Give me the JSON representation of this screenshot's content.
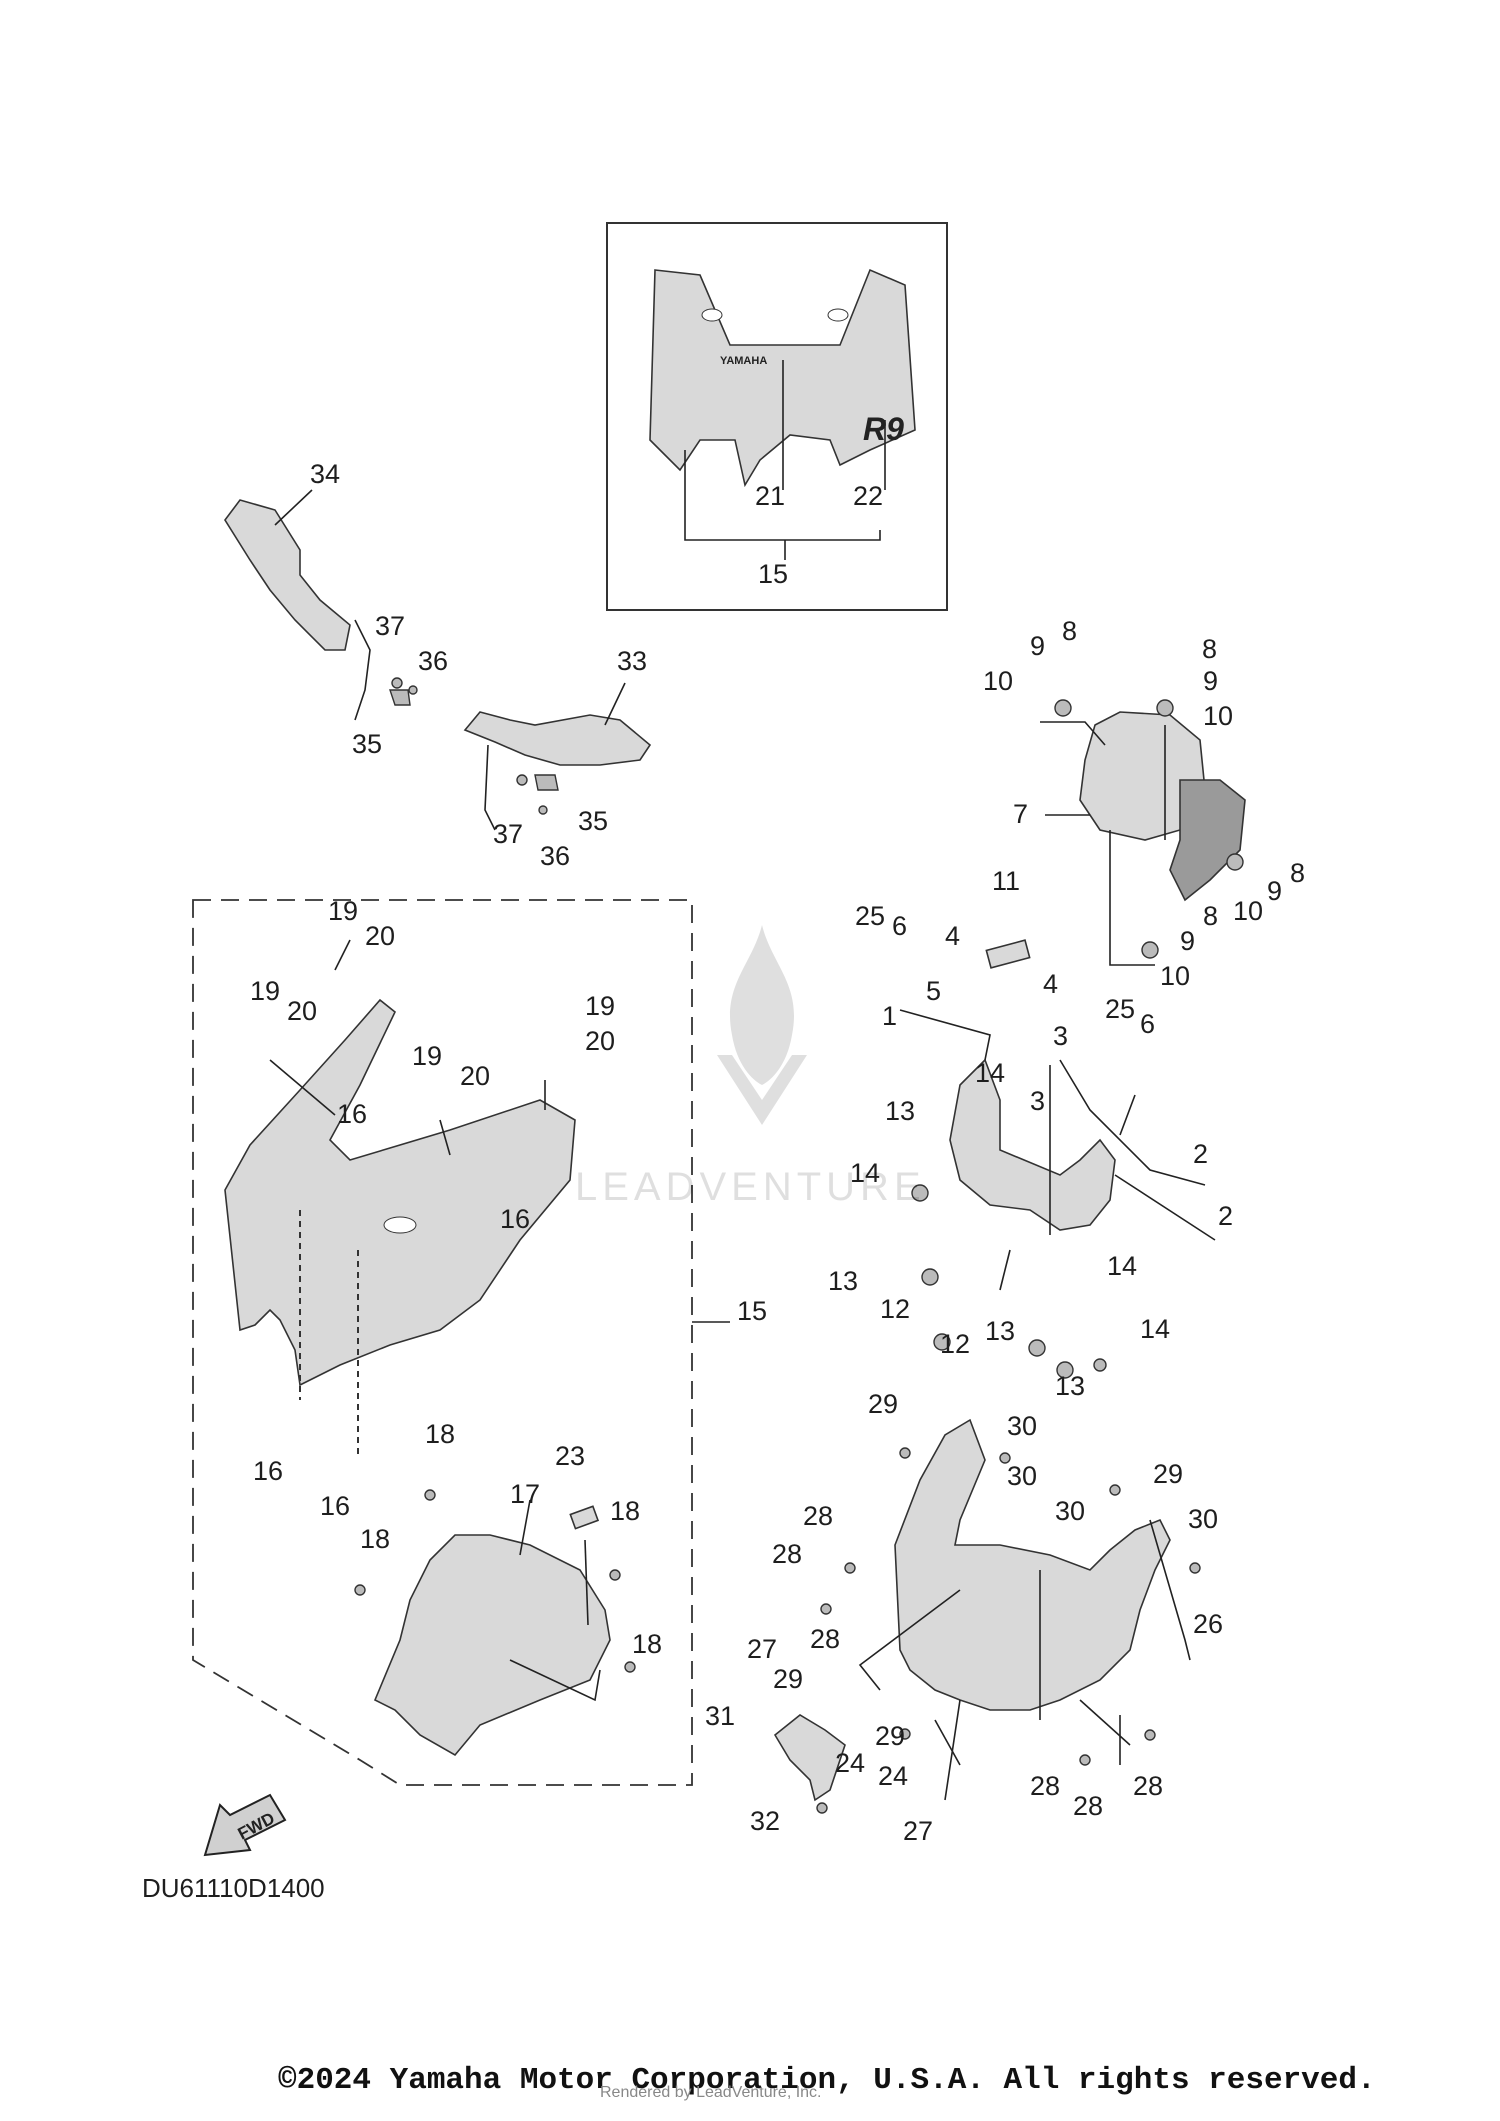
{
  "labels": {
    "p1": "1",
    "p2a": "2",
    "p2b": "2",
    "p3a": "3",
    "p3b": "3",
    "p4a": "4",
    "p4b": "4",
    "p5": "5",
    "p6a": "6",
    "p6b": "6",
    "p7": "7",
    "p8a": "8",
    "p8b": "8",
    "p8c": "8",
    "p8d": "8",
    "p9a": "9",
    "p9b": "9",
    "p9c": "9",
    "p9d": "9",
    "p10a": "10",
    "p10b": "10",
    "p10c": "10",
    "p10d": "10",
    "p11": "11",
    "p12a": "12",
    "p12b": "12",
    "p13a": "13",
    "p13b": "13",
    "p13c": "13",
    "p13d": "13",
    "p14a": "14",
    "p14b": "14",
    "p14c": "14",
    "p14d": "14",
    "p15a": "15",
    "p15b": "15",
    "p16a": "16",
    "p16b": "16",
    "p16c": "16",
    "p16d": "16",
    "p17": "17",
    "p18a": "18",
    "p18b": "18",
    "p18c": "18",
    "p18d": "18",
    "p19a": "19",
    "p19b": "19",
    "p19c": "19",
    "p19d": "19",
    "p20a": "20",
    "p20b": "20",
    "p20c": "20",
    "p20d": "20",
    "p21": "21",
    "p22": "22",
    "p23": "23",
    "p24a": "24",
    "p24b": "24",
    "p25a": "25",
    "p25b": "25",
    "p26": "26",
    "p27a": "27",
    "p27b": "27",
    "p28a": "28",
    "p28b": "28",
    "p28c": "28",
    "p28d": "28",
    "p28e": "28",
    "p28f": "28",
    "p29a": "29",
    "p29b": "29",
    "p29c": "29",
    "p29d": "29",
    "p30a": "30",
    "p30b": "30",
    "p30c": "30",
    "p30d": "30",
    "p31": "31",
    "p32": "32",
    "p33": "33",
    "p34": "34",
    "p35a": "35",
    "p35b": "35",
    "p36a": "36",
    "p36b": "36",
    "p37a": "37",
    "p37b": "37"
  },
  "decal_texts": {
    "brand": "YAMAHA",
    "model": "R9",
    "fwd": "FWD"
  },
  "diagram_code": "DU61110D1400",
  "watermark": "LEADVENTURE",
  "copyright": "©2024 Yamaha Motor Corporation, U.S.A. All rights reserved.",
  "render_credit": "Rendered by LeadVenture, Inc."
}
